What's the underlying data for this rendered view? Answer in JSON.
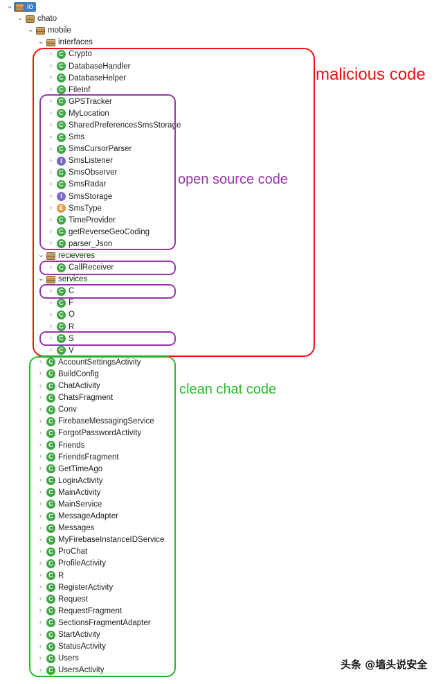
{
  "annotations": {
    "malicious": {
      "label": "malicious code",
      "color": "#ee1111"
    },
    "open_source": {
      "label": "open source code",
      "color": "#9933aa"
    },
    "clean": {
      "label": "clean chat code",
      "color": "#2db52d"
    },
    "watermark": "头条 @墙头说安全",
    "watermark_color": "#1a1a1a"
  },
  "icons": {
    "package": {
      "letter": "",
      "color": "#c09553"
    },
    "class": {
      "letter": "C",
      "color": "#3fa544"
    },
    "interface": {
      "letter": "I",
      "color": "#7b68c9"
    },
    "enum": {
      "letter": "E",
      "color": "#e09a3e"
    }
  },
  "tree": [
    {
      "label": "io",
      "depth": 0,
      "icon": "package",
      "expanded": true,
      "selected": true
    },
    {
      "label": "chato",
      "depth": 1,
      "icon": "package",
      "expanded": true
    },
    {
      "label": "mobile",
      "depth": 2,
      "icon": "package",
      "expanded": true
    },
    {
      "label": "interfaces",
      "depth": 3,
      "icon": "package",
      "expanded": true
    },
    {
      "label": "Crypto",
      "depth": 4,
      "icon": "class",
      "expanded": false
    },
    {
      "label": "DatabaseHandler",
      "depth": 4,
      "icon": "class",
      "expanded": false
    },
    {
      "label": "DatabaseHelper",
      "depth": 4,
      "icon": "class",
      "expanded": false
    },
    {
      "label": "FileInf",
      "depth": 4,
      "icon": "class",
      "expanded": false
    },
    {
      "label": "GPSTracker",
      "depth": 4,
      "icon": "class",
      "expanded": false
    },
    {
      "label": "MyLocation",
      "depth": 4,
      "icon": "class",
      "expanded": false
    },
    {
      "label": "SharedPreferencesSmsStorage",
      "depth": 4,
      "icon": "class",
      "expanded": false
    },
    {
      "label": "Sms",
      "depth": 4,
      "icon": "class",
      "expanded": false
    },
    {
      "label": "SmsCursorParser",
      "depth": 4,
      "icon": "class",
      "expanded": false
    },
    {
      "label": "SmsListener",
      "depth": 4,
      "icon": "interface",
      "expanded": false
    },
    {
      "label": "SmsObserver",
      "depth": 4,
      "icon": "class",
      "expanded": false
    },
    {
      "label": "SmsRadar",
      "depth": 4,
      "icon": "class",
      "expanded": false
    },
    {
      "label": "SmsStorage",
      "depth": 4,
      "icon": "interface",
      "expanded": false
    },
    {
      "label": "SmsType",
      "depth": 4,
      "icon": "enum",
      "expanded": false
    },
    {
      "label": "TimeProvider",
      "depth": 4,
      "icon": "class",
      "expanded": false
    },
    {
      "label": "getReverseGeoCoding",
      "depth": 4,
      "icon": "class",
      "expanded": false
    },
    {
      "label": "parser_Json",
      "depth": 4,
      "icon": "class",
      "expanded": false
    },
    {
      "label": "recieveres",
      "depth": 3,
      "icon": "package",
      "expanded": true
    },
    {
      "label": "CallReceiver",
      "depth": 4,
      "icon": "class",
      "expanded": false
    },
    {
      "label": "services",
      "depth": 3,
      "icon": "package",
      "expanded": true
    },
    {
      "label": "C",
      "depth": 4,
      "icon": "class",
      "expanded": false
    },
    {
      "label": "F",
      "depth": 4,
      "icon": "class",
      "expanded": false
    },
    {
      "label": "O",
      "depth": 4,
      "icon": "class",
      "expanded": false
    },
    {
      "label": "R",
      "depth": 4,
      "icon": "class",
      "expanded": false
    },
    {
      "label": "S",
      "depth": 4,
      "icon": "class",
      "expanded": false
    },
    {
      "label": "V",
      "depth": 4,
      "icon": "class",
      "expanded": false
    },
    {
      "label": "AccountSettingsActivity",
      "depth": 3,
      "icon": "class",
      "expanded": false
    },
    {
      "label": "BuildConfig",
      "depth": 3,
      "icon": "class",
      "expanded": false
    },
    {
      "label": "ChatActivity",
      "depth": 3,
      "icon": "class",
      "expanded": false
    },
    {
      "label": "ChatsFragment",
      "depth": 3,
      "icon": "class",
      "expanded": false
    },
    {
      "label": "Conv",
      "depth": 3,
      "icon": "class",
      "expanded": false
    },
    {
      "label": "FirebaseMessagingService",
      "depth": 3,
      "icon": "class",
      "expanded": false
    },
    {
      "label": "ForgotPasswordActivity",
      "depth": 3,
      "icon": "class",
      "expanded": false
    },
    {
      "label": "Friends",
      "depth": 3,
      "icon": "class",
      "expanded": false
    },
    {
      "label": "FriendsFragment",
      "depth": 3,
      "icon": "class",
      "expanded": false
    },
    {
      "label": "GetTimeAgo",
      "depth": 3,
      "icon": "class",
      "expanded": false
    },
    {
      "label": "LoginActivity",
      "depth": 3,
      "icon": "class",
      "expanded": false
    },
    {
      "label": "MainActivity",
      "depth": 3,
      "icon": "class",
      "expanded": false
    },
    {
      "label": "MainService",
      "depth": 3,
      "icon": "class",
      "expanded": false
    },
    {
      "label": "MessageAdapter",
      "depth": 3,
      "icon": "class",
      "expanded": false
    },
    {
      "label": "Messages",
      "depth": 3,
      "icon": "class",
      "expanded": false
    },
    {
      "label": "MyFirebaseInstanceIDService",
      "depth": 3,
      "icon": "class",
      "expanded": false
    },
    {
      "label": "ProChat",
      "depth": 3,
      "icon": "class",
      "expanded": false
    },
    {
      "label": "ProfileActivity",
      "depth": 3,
      "icon": "class",
      "expanded": false
    },
    {
      "label": "R",
      "depth": 3,
      "icon": "class",
      "expanded": false
    },
    {
      "label": "RegisterActivity",
      "depth": 3,
      "icon": "class",
      "expanded": false
    },
    {
      "label": "Request",
      "depth": 3,
      "icon": "class",
      "expanded": false
    },
    {
      "label": "RequestFragment",
      "depth": 3,
      "icon": "class",
      "expanded": false
    },
    {
      "label": "SectionsFragmentAdapter",
      "depth": 3,
      "icon": "class",
      "expanded": false
    },
    {
      "label": "StartActivity",
      "depth": 3,
      "icon": "class",
      "expanded": false
    },
    {
      "label": "StatusActivity",
      "depth": 3,
      "icon": "class",
      "expanded": false
    },
    {
      "label": "Users",
      "depth": 3,
      "icon": "class",
      "expanded": false
    },
    {
      "label": "UsersActivity",
      "depth": 3,
      "icon": "class",
      "expanded": false
    }
  ]
}
